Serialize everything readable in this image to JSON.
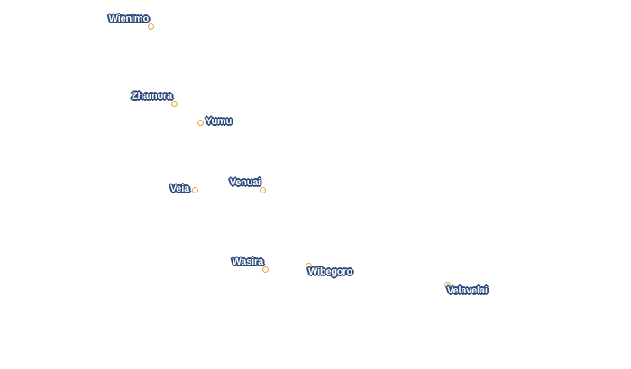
{
  "map": {
    "places": [
      {
        "name": "Wienimo"
      },
      {
        "name": "Zhamora"
      },
      {
        "name": "Yumu"
      },
      {
        "name": "Venuai"
      },
      {
        "name": "Veia"
      },
      {
        "name": "Wasira"
      },
      {
        "name": "Wibegoro"
      },
      {
        "name": "Velavelai"
      }
    ],
    "colors": {
      "label_fill": "#ffffff",
      "label_halo": "#2c4a7c",
      "marker_stroke": "#e8a53a",
      "background": "#ffffff"
    }
  }
}
